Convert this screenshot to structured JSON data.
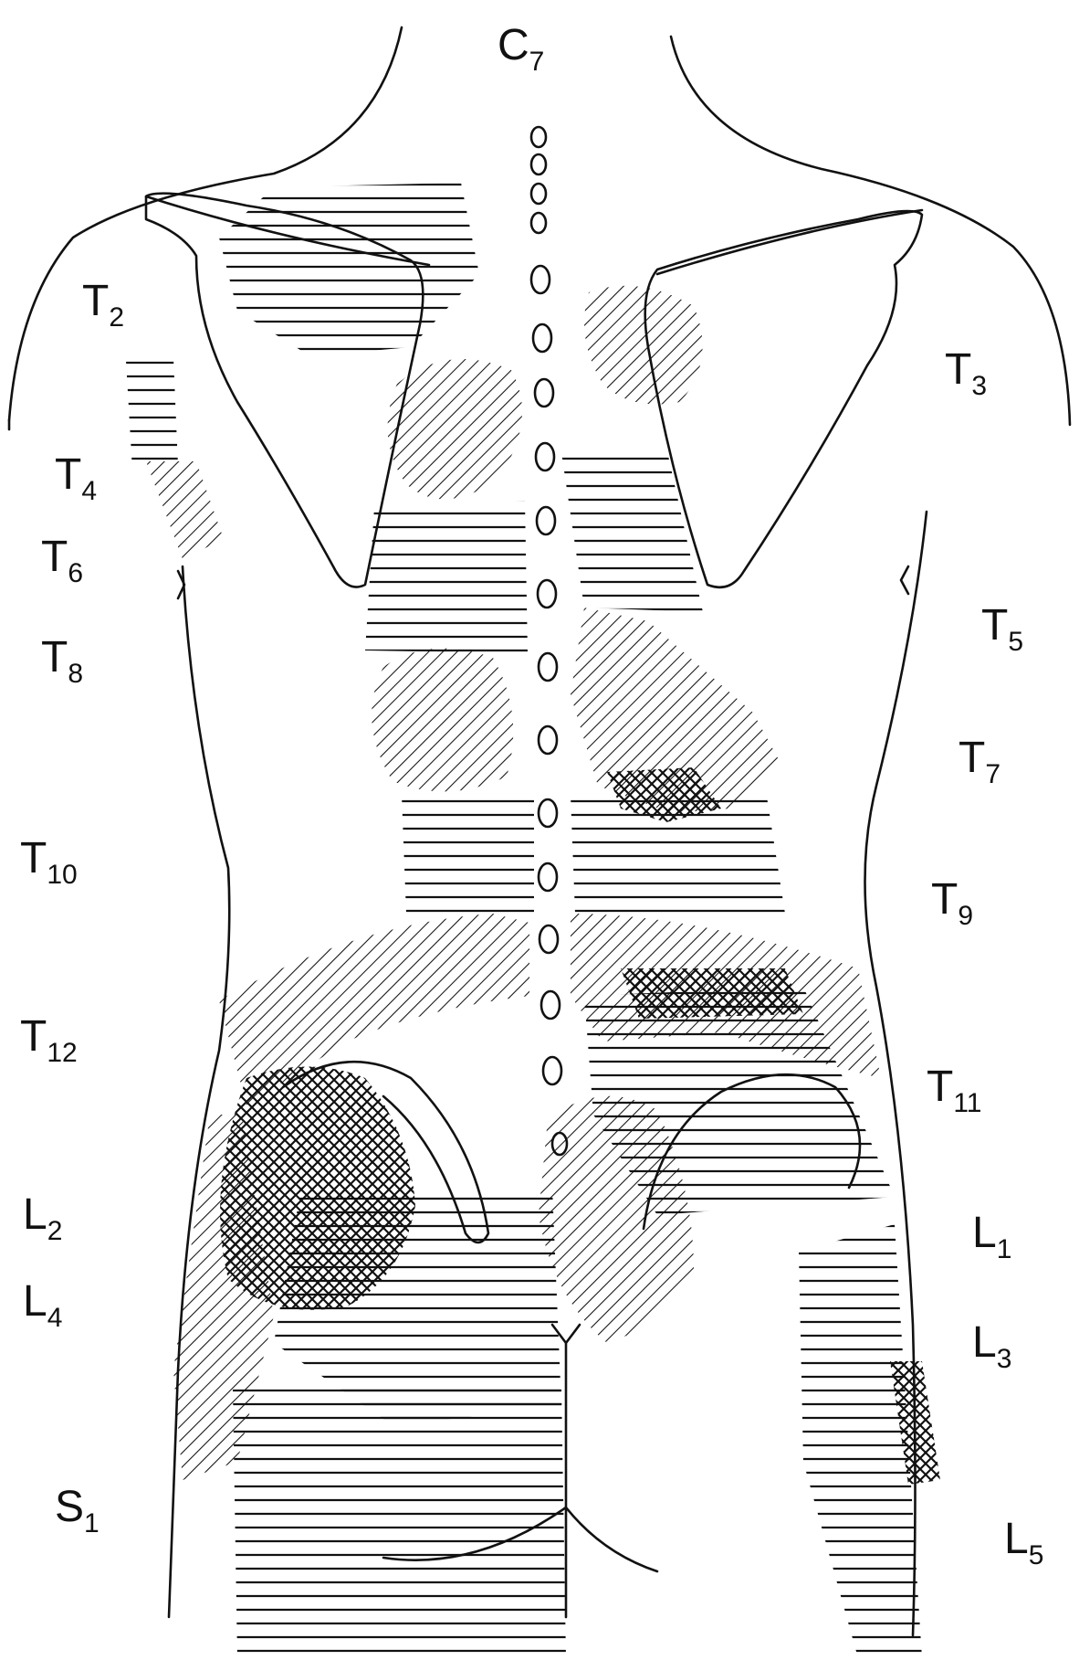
{
  "labels": {
    "c7": {
      "base": "C",
      "sub": "7"
    },
    "t2": {
      "base": "T",
      "sub": "2"
    },
    "t3": {
      "base": "T",
      "sub": "3"
    },
    "t4": {
      "base": "T",
      "sub": "4"
    },
    "t5": {
      "base": "T",
      "sub": "5"
    },
    "t6": {
      "base": "T",
      "sub": "6"
    },
    "t7": {
      "base": "T",
      "sub": "7"
    },
    "t8": {
      "base": "T",
      "sub": "8"
    },
    "t9": {
      "base": "T",
      "sub": "9"
    },
    "t10": {
      "base": "T",
      "sub": "10"
    },
    "t11": {
      "base": "T",
      "sub": "11"
    },
    "t12": {
      "base": "T",
      "sub": "12"
    },
    "l1": {
      "base": "L",
      "sub": "1"
    },
    "l2": {
      "base": "L",
      "sub": "2"
    },
    "l3": {
      "base": "L",
      "sub": "3"
    },
    "l4": {
      "base": "L",
      "sub": "4"
    },
    "l5": {
      "base": "L",
      "sub": "5"
    },
    "s1": {
      "base": "S",
      "sub": "1"
    }
  },
  "colors": {
    "ink": "#111111",
    "paper": "#ffffff"
  }
}
